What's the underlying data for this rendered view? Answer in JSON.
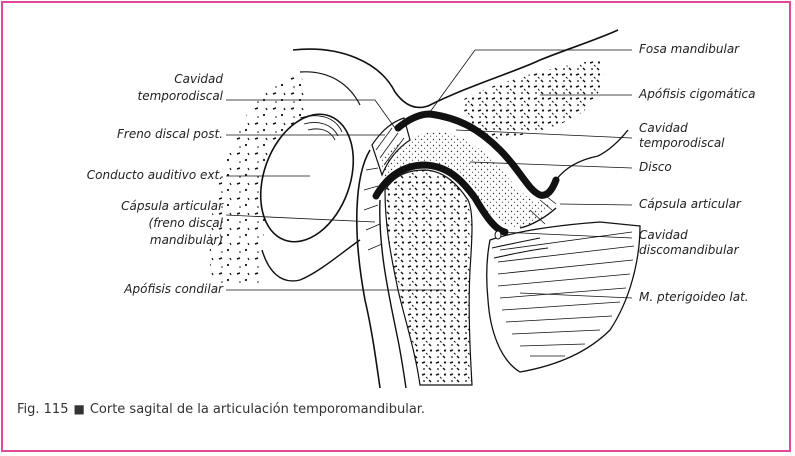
{
  "labels": {
    "fosa_mandibular": "Fosa mandibular",
    "apofisis_cigomatica": "Apófisis cigomática",
    "cavidad_temporodiscal_right_line1": "Cavidad",
    "cavidad_temporodiscal_right_line2": "temporodiscal",
    "disco": "Disco",
    "capsula_articular_right": "Cápsula articular",
    "cavidad_discomandibular_line1": "Cavidad",
    "cavidad_discomandibular_line2": "discomandibular",
    "m_pterigoideo_lat": "M. pterigoideo lat.",
    "cavidad_temporodiscal_left_line1": "Cavidad",
    "cavidad_temporodiscal_left_line2": "temporodiscal",
    "freno_discal_post": "Freno discal post.",
    "conducto_auditivo_ext": "Conducto auditivo ext.",
    "capsula_articular_left_line1": "Cápsula articular",
    "capsula_articular_left_line2": "(freno discal",
    "capsula_articular_left_line3": "mandibular)",
    "apofisis_condilar": "Apófisis condilar"
  },
  "caption": {
    "figure_number": "Fig. 115",
    "bullet": "■",
    "text": "Corte sagital de la articulación temporomandibular."
  },
  "colors": {
    "frame_border": "#e0499a",
    "ink": "#111111",
    "text": "#222222"
  }
}
